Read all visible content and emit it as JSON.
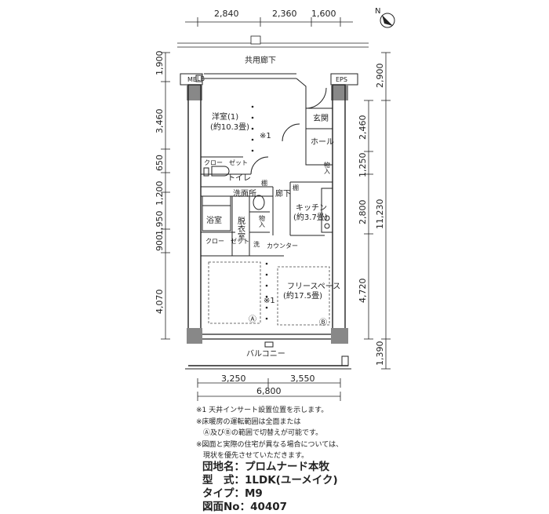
{
  "top_dims": [
    "2,840",
    "2,360",
    "1,600"
  ],
  "left_dims": [
    "1,900",
    "3,460",
    "650",
    "1,200",
    "1,950",
    "900",
    "4,070"
  ],
  "right_dims": [
    "2,900",
    "2,460",
    "1,250",
    "2,800",
    "4,720",
    "1,390"
  ],
  "right_total": "11,230",
  "bottom_dims": [
    "3,250",
    "3,550"
  ],
  "bottom_total": "6,800",
  "labels": {
    "corridor": "共用廊下",
    "mb": "MB",
    "lb": "LB",
    "eps": "EPS",
    "western_room": "洋室(1)",
    "western_room_area": "(約10.3畳)",
    "mark1_top": "※1",
    "entrance": "玄関",
    "hall": "ホール",
    "storage_top": "物入",
    "closet_top": "クロー　ゼット",
    "toilet": "トイレ",
    "shelf": "棚",
    "washroom": "洗面所",
    "hallway": "廊下",
    "kitchen": "キッチン",
    "kitchen_area": "(約3.7畳)",
    "bath": "浴室",
    "dressing": "脱衣室",
    "storage_mid": "物入",
    "closet_bottom": "クロー　ゼット",
    "wash": "洗",
    "counter": "カウンター",
    "free_space": "フリースペース",
    "free_space_area": "(約17.5畳)",
    "mark1_bottom": "※1",
    "mark_a": "Ⓐ",
    "mark_b": "Ⓑ",
    "balcony": "バルコニー",
    "north": "N"
  },
  "notes": [
    "※1 天井インサート設置位置を示します。",
    "※床暖房の運転範囲は全面または",
    "　Ⓐ及びⒷの範囲で切替えが可能です。",
    "※図面と実際の住宅が異なる場合については、",
    "　現状を優先させていただきます。"
  ],
  "info": [
    "団地名：プロムナード本牧",
    "型　式：1LDK(ユーメイク)",
    "タイプ：M9",
    "図面No：40407"
  ]
}
